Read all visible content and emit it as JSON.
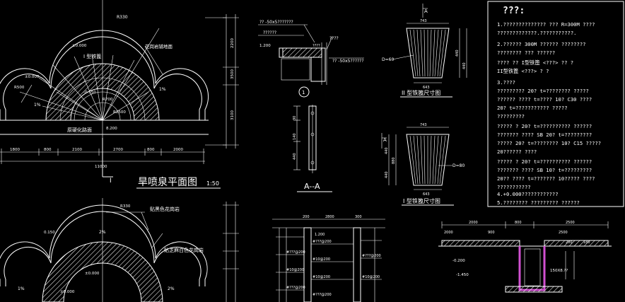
{
  "plan_top": {
    "title": "旱喷泉平面图",
    "scale": "1:50",
    "labels": {
      "center_tile": "I 型铁篦",
      "paving": "花岗岩铺地面",
      "edge_paving": "原硬化路面",
      "radius": "R500",
      "level_1": "±0.000",
      "level_2": "-0.150",
      "level_3": "±0.000",
      "width_label": "8.200",
      "r_top": "R330",
      "section_mark": "I",
      "slope_1": "1%",
      "slope_2": "1%",
      "r_small": "R700",
      "r_mid": "R2500"
    },
    "dims_bottom": [
      "1800",
      "800",
      "2100",
      "2700",
      "800",
      "2000"
    ],
    "dim_total": "11000",
    "dims_right": [
      "2200",
      "3500",
      "3100"
    ]
  },
  "detail_top": {
    "labels": {
      "a": "?? -50x5???????",
      "b": "??????",
      "c": "????",
      "d": "1.200",
      "e": "?? -50x5??????",
      "f": "????",
      "circle": "1"
    }
  },
  "section_aa": {
    "title": "A--A",
    "dims": [
      "30",
      "140",
      "440"
    ]
  },
  "cover_top": {
    "title": "II 型铁篦尺寸图",
    "mark": "A",
    "dims": [
      "743",
      "643",
      "440",
      "440"
    ],
    "note": "D=60"
  },
  "cover_bottom": {
    "title": "I 型铁篦尺寸图",
    "mark": "A",
    "dims": [
      "743",
      "643",
      "440",
      "880",
      "440"
    ],
    "note": "D=80"
  },
  "notes": {
    "title": "???:",
    "lines": [
      "1.??????????????  ???  R=300M ????",
      "?????????????.???????????.",
      "2.??????  300M ?????? ????????",
      "???????? ???  ??????",
      "????  ??  I型铁篦  <???>  ??  ?",
      "II型铁篦        <???>   ?   ?",
      "3.????",
      "?????????  20?  t=????????  ?????",
      "??????  ????  t=????  10?  C30  ????",
      "20?  t=???????????  ?????",
      "?????????",
      "?????  ? 20? t=??????????  ??????",
      "???????  ????  SB 20?  t=?????????",
      "????? 20?  t=????????  10?  C15  ?????",
      "20??????  ????",
      "?????  ? 20? t=??????????  ??????",
      "???????  ????  SB 10?  t=?????????",
      "20?? ????  t=???????  10?????  ????",
      "???????????",
      "4.+0.000????????????",
      "5.????????  ?????????  ??????"
    ]
  },
  "plan_bottom": {
    "labels": {
      "a": "贴黑色花岗岩",
      "b": "贴芝麻白色花岗岩",
      "c": "R330",
      "d": "0.150",
      "e": "±0.000",
      "f": "±0.000",
      "slope_1": "2%",
      "slope_2": "1%",
      "slope_3": "2%"
    }
  },
  "section_bottom": {
    "labels": [
      "1.200",
      "#???@200",
      "#???@200",
      "#10@200",
      "#???@200",
      "#10@200",
      "#10@200",
      "#10@200",
      "#???@200",
      "#???@200"
    ],
    "dims": [
      "200",
      "2800",
      "300"
    ]
  },
  "section_right": {
    "labels": [
      "2000",
      "900",
      "2500",
      "200",
      "180",
      "-0.200",
      "-1.450",
      "150X8.??"
    ],
    "dims": [
      "2000",
      "800",
      "2500"
    ]
  }
}
